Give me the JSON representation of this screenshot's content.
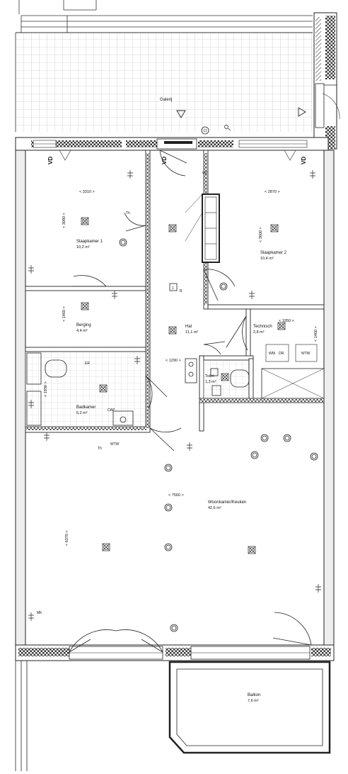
{
  "plan": {
    "rooms": [
      {
        "id": "galerij",
        "name": "Galerij",
        "area": ""
      },
      {
        "id": "slaapkamer1",
        "name": "Slaapkamer 1",
        "area": "10,2 m²"
      },
      {
        "id": "slaapkamer2",
        "name": "Slaapkamer 2",
        "area": "10,4 m²"
      },
      {
        "id": "berging",
        "name": "Berging",
        "area": "4,4 m²"
      },
      {
        "id": "hal",
        "name": "Hal",
        "area": "11,1 m²"
      },
      {
        "id": "technisch",
        "name": "Technisch",
        "area": "2,8 m²"
      },
      {
        "id": "badkamer",
        "name": "Badkamer",
        "area": "6,2 m²"
      },
      {
        "id": "toilet",
        "name": "Toilet",
        "area": "1,3 m²"
      },
      {
        "id": "woonkamer",
        "name": "Woonkamer/Keuken",
        "area": "42,6 m²"
      },
      {
        "id": "balkon",
        "name": "Balkon",
        "area": "7,6 m²"
      }
    ],
    "dimensions": {
      "slk1_width": "< 3310 >",
      "slk1_depth": "< 3080 >",
      "slk2_width": "< 2870 >",
      "slk2_depth": "< 3600 >",
      "berging_depth": "< 1460 >",
      "technisch_width": "< 1950 >",
      "technisch_depth": "< 1460 >",
      "hal_width": "< 1290 >",
      "bad_depth": "< 1930 >",
      "woon_width": "< 7560 >",
      "woon_depth": "< 6370 >"
    },
    "symbols": {
      "vd": "VD",
      "r_label": "R",
      "r_box": "1",
      "wtw": "WTW",
      "cap": "CAP",
      "er": "ER",
      "wm": "WM",
      "dr": "DR",
      "wtw_tech": "WTW",
      "mk": "MK",
      "th": "Th",
      "vv": "VV"
    }
  }
}
